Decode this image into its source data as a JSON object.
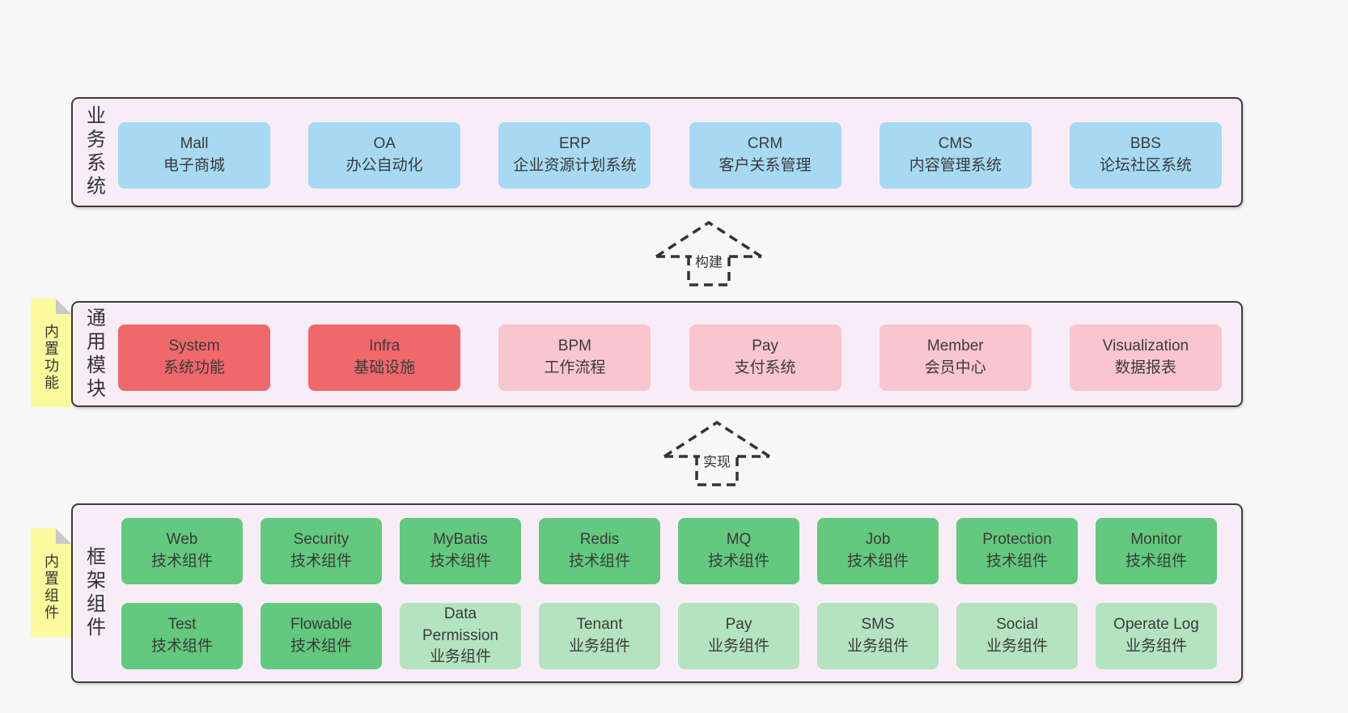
{
  "colors": {
    "page_bg": "#f7f7f7",
    "panel_bg": "#f8edf7",
    "panel_border": "#3c3c3c",
    "note_bg": "#fbfb9e",
    "note_fold": "#c8c8c8",
    "blue": "#a7d9f2",
    "red": "#ef686b",
    "pink": "#f9c5cf",
    "green": "#62c97e",
    "green-light": "#b4e3bf"
  },
  "sections": {
    "business": {
      "label": "业务系统",
      "items": [
        {
          "en": "Mall",
          "zh": "电子商城",
          "variant": "blue"
        },
        {
          "en": "OA",
          "zh": "办公自动化",
          "variant": "blue"
        },
        {
          "en": "ERP",
          "zh": "企业资源计划系统",
          "variant": "blue"
        },
        {
          "en": "CRM",
          "zh": "客户关系管理",
          "variant": "blue"
        },
        {
          "en": "CMS",
          "zh": "内容管理系统",
          "variant": "blue"
        },
        {
          "en": "BBS",
          "zh": "论坛社区系统",
          "variant": "blue"
        }
      ]
    },
    "modules": {
      "label": "通用模块",
      "note": "内置功能",
      "items": [
        {
          "en": "System",
          "zh": "系统功能",
          "variant": "red"
        },
        {
          "en": "Infra",
          "zh": "基础设施",
          "variant": "red"
        },
        {
          "en": "BPM",
          "zh": "工作流程",
          "variant": "pink"
        },
        {
          "en": "Pay",
          "zh": "支付系统",
          "variant": "pink"
        },
        {
          "en": "Member",
          "zh": "会员中心",
          "variant": "pink"
        },
        {
          "en": "Visualization",
          "zh": "数据报表",
          "variant": "pink"
        }
      ]
    },
    "framework": {
      "label": "框架组件",
      "note": "内置组件",
      "rows": [
        [
          {
            "en": "Web",
            "zh": "技术组件",
            "variant": "green"
          },
          {
            "en": "Security",
            "zh": "技术组件",
            "variant": "green"
          },
          {
            "en": "MyBatis",
            "zh": "技术组件",
            "variant": "green"
          },
          {
            "en": "Redis",
            "zh": "技术组件",
            "variant": "green"
          },
          {
            "en": "MQ",
            "zh": "技术组件",
            "variant": "green"
          },
          {
            "en": "Job",
            "zh": "技术组件",
            "variant": "green"
          },
          {
            "en": "Protection",
            "zh": "技术组件",
            "variant": "green"
          },
          {
            "en": "Monitor",
            "zh": "技术组件",
            "variant": "green"
          }
        ],
        [
          {
            "en": "Test",
            "zh": "技术组件",
            "variant": "green"
          },
          {
            "en": "Flowable",
            "zh": "技术组件",
            "variant": "green"
          },
          {
            "en": "Data Permission",
            "zh": "业务组件",
            "variant": "green-light"
          },
          {
            "en": "Tenant",
            "zh": "业务组件",
            "variant": "green-light"
          },
          {
            "en": "Pay",
            "zh": "业务组件",
            "variant": "green-light"
          },
          {
            "en": "SMS",
            "zh": "业务组件",
            "variant": "green-light"
          },
          {
            "en": "Social",
            "zh": "业务组件",
            "variant": "green-light"
          },
          {
            "en": "Operate Log",
            "zh": "业务组件",
            "variant": "green-light"
          }
        ]
      ]
    }
  },
  "arrows": [
    {
      "label": "构建"
    },
    {
      "label": "实现"
    }
  ]
}
